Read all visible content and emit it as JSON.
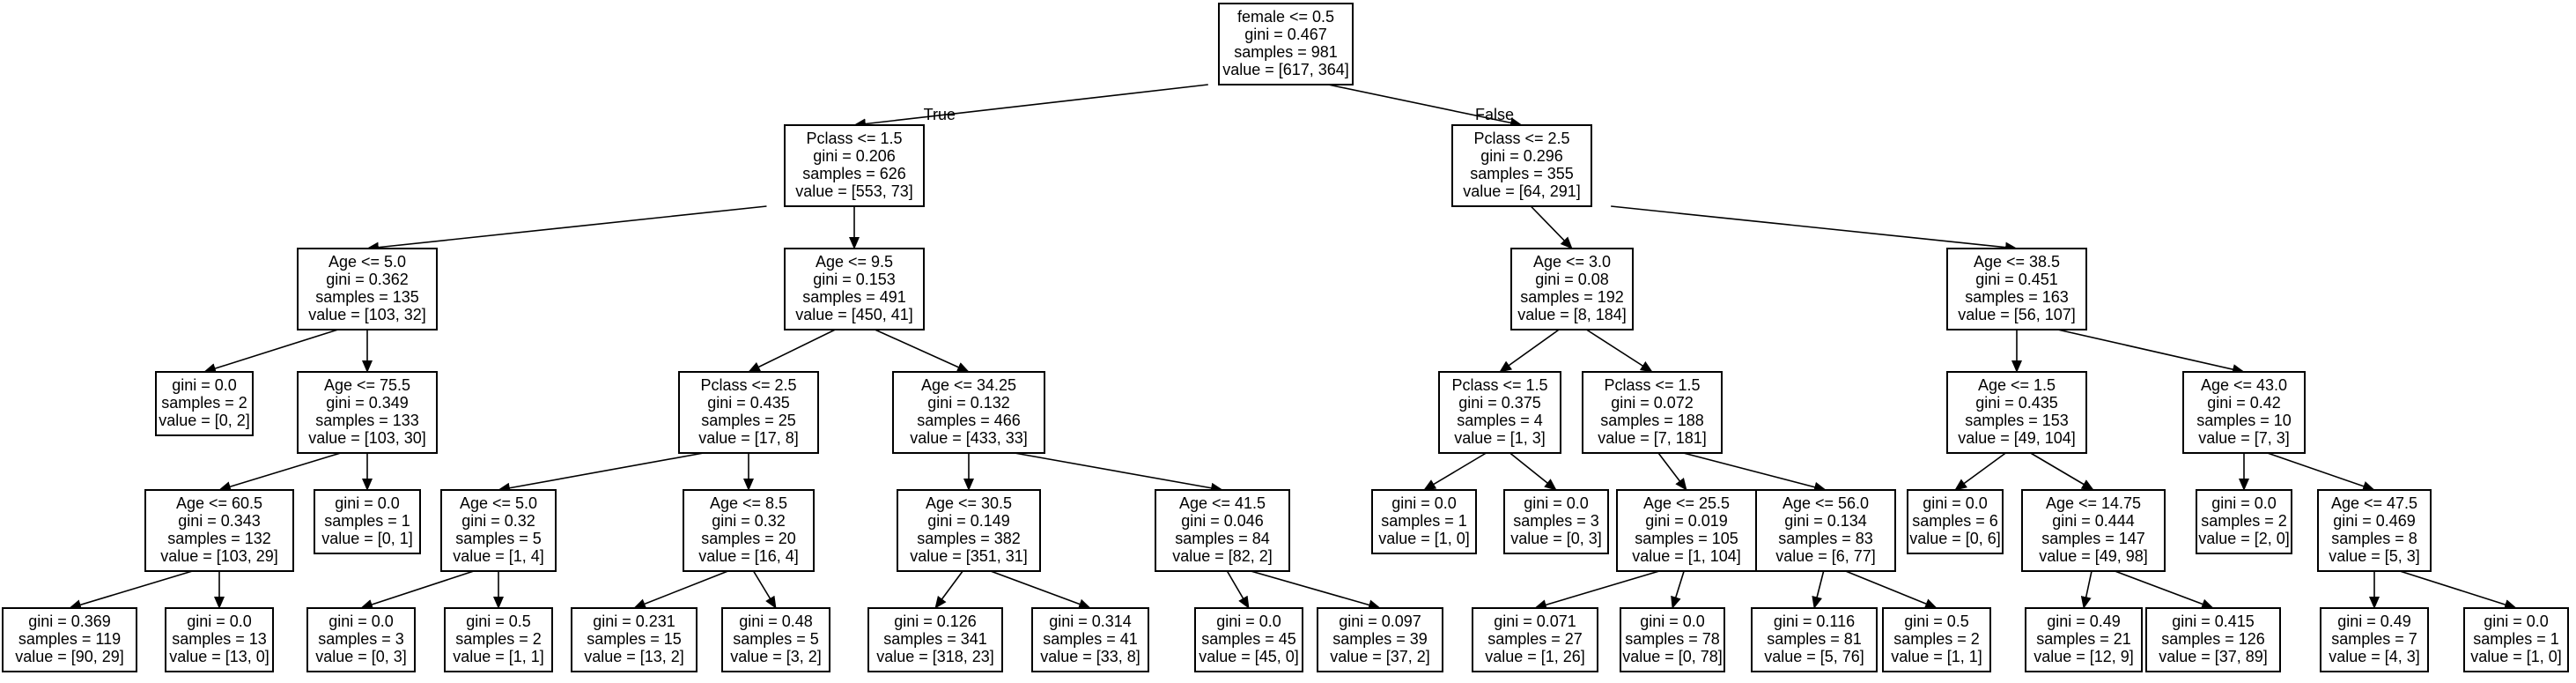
{
  "tree": {
    "nodes": [
      {
        "id": "n0",
        "lines": [
          "female <= 0.5",
          "gini = 0.467",
          "samples = 981",
          "value = [617, 364]"
        ]
      },
      {
        "id": "n1",
        "lines": [
          "Pclass <= 1.5",
          "gini = 0.206",
          "samples = 626",
          "value = [553, 73]"
        ]
      },
      {
        "id": "n2",
        "lines": [
          "Pclass <= 2.5",
          "gini = 0.296",
          "samples = 355",
          "value = [64, 291]"
        ]
      },
      {
        "id": "n3",
        "lines": [
          "Age <= 5.0",
          "gini = 0.362",
          "samples = 135",
          "value = [103, 32]"
        ]
      },
      {
        "id": "n4",
        "lines": [
          "Age <= 9.5",
          "gini = 0.153",
          "samples = 491",
          "value = [450, 41]"
        ]
      },
      {
        "id": "n5",
        "lines": [
          "Age <= 3.0",
          "gini = 0.08",
          "samples = 192",
          "value = [8, 184]"
        ]
      },
      {
        "id": "n6",
        "lines": [
          "Age <= 38.5",
          "gini = 0.451",
          "samples = 163",
          "value = [56, 107]"
        ]
      },
      {
        "id": "n7",
        "lines": [
          "gini = 0.0",
          "samples = 2",
          "value = [0, 2]"
        ]
      },
      {
        "id": "n8",
        "lines": [
          "Age <= 75.5",
          "gini = 0.349",
          "samples = 133",
          "value = [103, 30]"
        ]
      },
      {
        "id": "n9",
        "lines": [
          "Pclass <= 2.5",
          "gini = 0.435",
          "samples = 25",
          "value = [17, 8]"
        ]
      },
      {
        "id": "n10",
        "lines": [
          "Age <= 34.25",
          "gini = 0.132",
          "samples = 466",
          "value = [433, 33]"
        ]
      },
      {
        "id": "n11",
        "lines": [
          "Pclass <= 1.5",
          "gini = 0.375",
          "samples = 4",
          "value = [1, 3]"
        ]
      },
      {
        "id": "n12",
        "lines": [
          "Pclass <= 1.5",
          "gini = 0.072",
          "samples = 188",
          "value = [7, 181]"
        ]
      },
      {
        "id": "n13",
        "lines": [
          "Age <= 1.5",
          "gini = 0.435",
          "samples = 153",
          "value = [49, 104]"
        ]
      },
      {
        "id": "n14",
        "lines": [
          "Age <= 43.0",
          "gini = 0.42",
          "samples = 10",
          "value = [7, 3]"
        ]
      },
      {
        "id": "n15",
        "lines": [
          "Age <= 60.5",
          "gini = 0.343",
          "samples = 132",
          "value = [103, 29]"
        ]
      },
      {
        "id": "n16",
        "lines": [
          "gini = 0.0",
          "samples = 1",
          "value = [0, 1]"
        ]
      },
      {
        "id": "n17",
        "lines": [
          "Age <= 5.0",
          "gini = 0.32",
          "samples = 5",
          "value = [1, 4]"
        ]
      },
      {
        "id": "n18",
        "lines": [
          "Age <= 8.5",
          "gini = 0.32",
          "samples = 20",
          "value = [16, 4]"
        ]
      },
      {
        "id": "n19",
        "lines": [
          "Age <= 30.5",
          "gini = 0.149",
          "samples = 382",
          "value = [351, 31]"
        ]
      },
      {
        "id": "n20",
        "lines": [
          "Age <= 41.5",
          "gini = 0.046",
          "samples = 84",
          "value = [82, 2]"
        ]
      },
      {
        "id": "n21",
        "lines": [
          "gini = 0.0",
          "samples = 1",
          "value = [1, 0]"
        ]
      },
      {
        "id": "n22",
        "lines": [
          "gini = 0.0",
          "samples = 3",
          "value = [0, 3]"
        ]
      },
      {
        "id": "n23",
        "lines": [
          "Age <= 25.5",
          "gini = 0.019",
          "samples = 105",
          "value = [1, 104]"
        ]
      },
      {
        "id": "n24",
        "lines": [
          "Age <= 56.0",
          "gini = 0.134",
          "samples = 83",
          "value = [6, 77]"
        ]
      },
      {
        "id": "n25",
        "lines": [
          "gini = 0.0",
          "samples = 6",
          "value = [0, 6]"
        ]
      },
      {
        "id": "n26",
        "lines": [
          "Age <= 14.75",
          "gini = 0.444",
          "samples = 147",
          "value = [49, 98]"
        ]
      },
      {
        "id": "n27",
        "lines": [
          "gini = 0.0",
          "samples = 2",
          "value = [2, 0]"
        ]
      },
      {
        "id": "n28",
        "lines": [
          "Age <= 47.5",
          "gini = 0.469",
          "samples = 8",
          "value = [5, 3]"
        ]
      },
      {
        "id": "n29",
        "lines": [
          "gini = 0.369",
          "samples = 119",
          "value = [90, 29]"
        ]
      },
      {
        "id": "n30",
        "lines": [
          "gini = 0.0",
          "samples = 13",
          "value = [13, 0]"
        ]
      },
      {
        "id": "n31",
        "lines": [
          "gini = 0.0",
          "samples = 3",
          "value = [0, 3]"
        ]
      },
      {
        "id": "n32",
        "lines": [
          "gini = 0.5",
          "samples = 2",
          "value = [1, 1]"
        ]
      },
      {
        "id": "n33",
        "lines": [
          "gini = 0.231",
          "samples = 15",
          "value = [13, 2]"
        ]
      },
      {
        "id": "n34",
        "lines": [
          "gini = 0.48",
          "samples = 5",
          "value = [3, 2]"
        ]
      },
      {
        "id": "n35",
        "lines": [
          "gini = 0.126",
          "samples = 341",
          "value = [318, 23]"
        ]
      },
      {
        "id": "n36",
        "lines": [
          "gini = 0.314",
          "samples = 41",
          "value = [33, 8]"
        ]
      },
      {
        "id": "n37",
        "lines": [
          "gini = 0.0",
          "samples = 45",
          "value = [45, 0]"
        ]
      },
      {
        "id": "n38",
        "lines": [
          "gini = 0.097",
          "samples = 39",
          "value = [37, 2]"
        ]
      },
      {
        "id": "n39",
        "lines": [
          "gini = 0.071",
          "samples = 27",
          "value = [1, 26]"
        ]
      },
      {
        "id": "n40",
        "lines": [
          "gini = 0.0",
          "samples = 78",
          "value = [0, 78]"
        ]
      },
      {
        "id": "n41",
        "lines": [
          "gini = 0.116",
          "samples = 81",
          "value = [5, 76]"
        ]
      },
      {
        "id": "n42",
        "lines": [
          "gini = 0.5",
          "samples = 2",
          "value = [1, 1]"
        ]
      },
      {
        "id": "n43",
        "lines": [
          "gini = 0.49",
          "samples = 21",
          "value = [12, 9]"
        ]
      },
      {
        "id": "n44",
        "lines": [
          "gini = 0.415",
          "samples = 126",
          "value = [37, 89]"
        ]
      },
      {
        "id": "n45",
        "lines": [
          "gini = 0.49",
          "samples = 7",
          "value = [4, 3]"
        ]
      },
      {
        "id": "n46",
        "lines": [
          "gini = 0.0",
          "samples = 1",
          "value = [1, 0]"
        ]
      }
    ],
    "edges": [
      {
        "from": "n0",
        "to": "n1",
        "label": "True"
      },
      {
        "from": "n0",
        "to": "n2",
        "label": "False"
      },
      {
        "from": "n1",
        "to": "n3"
      },
      {
        "from": "n1",
        "to": "n4"
      },
      {
        "from": "n2",
        "to": "n5"
      },
      {
        "from": "n2",
        "to": "n6"
      },
      {
        "from": "n3",
        "to": "n7"
      },
      {
        "from": "n3",
        "to": "n8"
      },
      {
        "from": "n4",
        "to": "n9"
      },
      {
        "from": "n4",
        "to": "n10"
      },
      {
        "from": "n5",
        "to": "n11"
      },
      {
        "from": "n5",
        "to": "n12"
      },
      {
        "from": "n6",
        "to": "n13"
      },
      {
        "from": "n6",
        "to": "n14"
      },
      {
        "from": "n8",
        "to": "n15"
      },
      {
        "from": "n8",
        "to": "n16"
      },
      {
        "from": "n9",
        "to": "n17"
      },
      {
        "from": "n9",
        "to": "n18"
      },
      {
        "from": "n10",
        "to": "n19"
      },
      {
        "from": "n10",
        "to": "n20"
      },
      {
        "from": "n11",
        "to": "n21"
      },
      {
        "from": "n11",
        "to": "n22"
      },
      {
        "from": "n12",
        "to": "n23"
      },
      {
        "from": "n12",
        "to": "n24"
      },
      {
        "from": "n13",
        "to": "n25"
      },
      {
        "from": "n13",
        "to": "n26"
      },
      {
        "from": "n14",
        "to": "n27"
      },
      {
        "from": "n14",
        "to": "n28"
      },
      {
        "from": "n15",
        "to": "n29"
      },
      {
        "from": "n15",
        "to": "n30"
      },
      {
        "from": "n17",
        "to": "n31"
      },
      {
        "from": "n17",
        "to": "n32"
      },
      {
        "from": "n18",
        "to": "n33"
      },
      {
        "from": "n18",
        "to": "n34"
      },
      {
        "from": "n19",
        "to": "n35"
      },
      {
        "from": "n19",
        "to": "n36"
      },
      {
        "from": "n20",
        "to": "n37"
      },
      {
        "from": "n20",
        "to": "n38"
      },
      {
        "from": "n23",
        "to": "n39"
      },
      {
        "from": "n23",
        "to": "n40"
      },
      {
        "from": "n24",
        "to": "n41"
      },
      {
        "from": "n24",
        "to": "n42"
      },
      {
        "from": "n26",
        "to": "n43"
      },
      {
        "from": "n26",
        "to": "n44"
      },
      {
        "from": "n28",
        "to": "n45"
      },
      {
        "from": "n28",
        "to": "n46"
      }
    ]
  },
  "colors": {
    "stroke": "#000000",
    "background": "#ffffff"
  }
}
